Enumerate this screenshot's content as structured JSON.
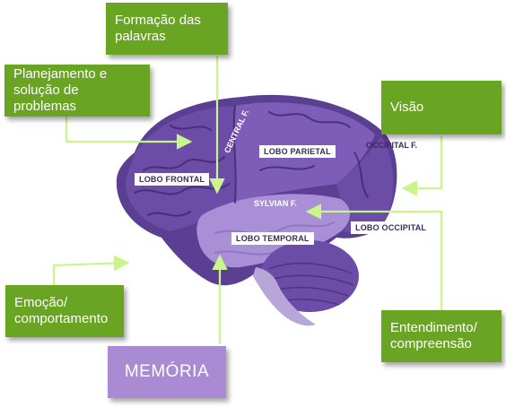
{
  "boxes": {
    "formacao": "Formação das palavras",
    "planejamento": "Planejamento e solução de problemas",
    "visao": "Visão",
    "emocao": "Emoção/ comportamento",
    "entendimento": "Entendimento/ compreensão",
    "memoria": "MEMÓRIA"
  },
  "lobes": {
    "frontal": "LOBO FRONTAL",
    "parietal": "LOBO PARIETAL",
    "temporal": "LOBO TEMPORAL",
    "occipital": "LOBO OCCIPITAL"
  },
  "fissures": {
    "central": "CENTRAL F.",
    "sylvian": "SYLVIAN F.",
    "occipital": "OCCIPITAL F."
  },
  "colors": {
    "green_box": "#6aa423",
    "arrow": "#c9f58a",
    "brain_dark": "#5b3f93",
    "brain_mid": "#7d5db8",
    "brain_light": "#a98fd6",
    "memoria_box": "#a88bd2"
  }
}
